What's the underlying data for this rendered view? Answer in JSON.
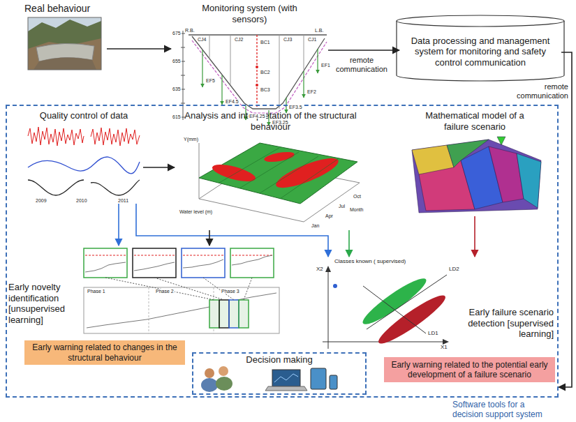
{
  "diagram": {
    "nodes": [
      {
        "text": [
          "Real behaviour"
        ]
      },
      {
        "text": [
          "Monitoring system (with sensors)"
        ]
      },
      {
        "text": [
          "Data processing and management system for monitoring and safety control communication"
        ]
      },
      {
        "text": [
          "Software tools for a decision support system"
        ]
      },
      {
        "text": [
          "Quality control of data"
        ],
        "in": 3
      },
      {
        "text": [
          "Analysis and interpretation of the structural behaviour"
        ],
        "in": 3
      },
      {
        "text": [
          "Mathematical model of a failure scenario"
        ],
        "in": 3
      },
      {
        "text": [
          "Early novelty identification [unsupervised learning]"
        ],
        "in": 3
      },
      {
        "text": [
          "Early failure scenario detection [supervised learning]"
        ],
        "in": 3
      },
      {
        "text": [
          "Early warning related to changes in the structural behaviour"
        ],
        "in": 3
      },
      {
        "text": [
          "Decision making"
        ],
        "in": 3
      },
      {
        "text": [
          "Early warning related to the potential early development of a failure scenario"
        ],
        "in": 3
      }
    ],
    "edges": [
      {
        "from": 0,
        "to": 1,
        "arrow": "to"
      },
      {
        "from": 1,
        "to": 2,
        "arrow": "to",
        "label": "remote communication"
      },
      {
        "from": 2,
        "to": 3,
        "arrow": "to",
        "label": "remote communication"
      },
      {
        "from": 4,
        "to": 5,
        "arrow": "to"
      },
      {
        "from": 4,
        "to": 7,
        "arrow": "to"
      },
      {
        "from": 4,
        "to": 8,
        "arrow": "to"
      },
      {
        "from": 5,
        "to": 7,
        "arrow": "to"
      },
      {
        "from": 5,
        "to": 8,
        "arrow": "to"
      },
      {
        "from": 6,
        "to": 8,
        "arrow": "to"
      }
    ],
    "labels": [
      "R.B.",
      "L.B.",
      "CJ4",
      "CJ2",
      "BC1",
      "CJ3",
      "CJ1",
      "BC2",
      "BC3",
      "EF5",
      "EF4.5",
      "EF4.25",
      "EF3.25",
      "EF3.5",
      "EF2",
      "EF1",
      "675",
      "655",
      "635",
      "615",
      "2009",
      "2010",
      "2011",
      "Y(mm)",
      "Water level (m)",
      "Month",
      "Jan",
      "Apr",
      "Jul",
      "Oct",
      "Phase 1",
      "Phase 2",
      "Phase 3",
      "Classes known ( supervised)",
      "X2",
      "X1",
      "LD2",
      "LD1"
    ]
  }
}
